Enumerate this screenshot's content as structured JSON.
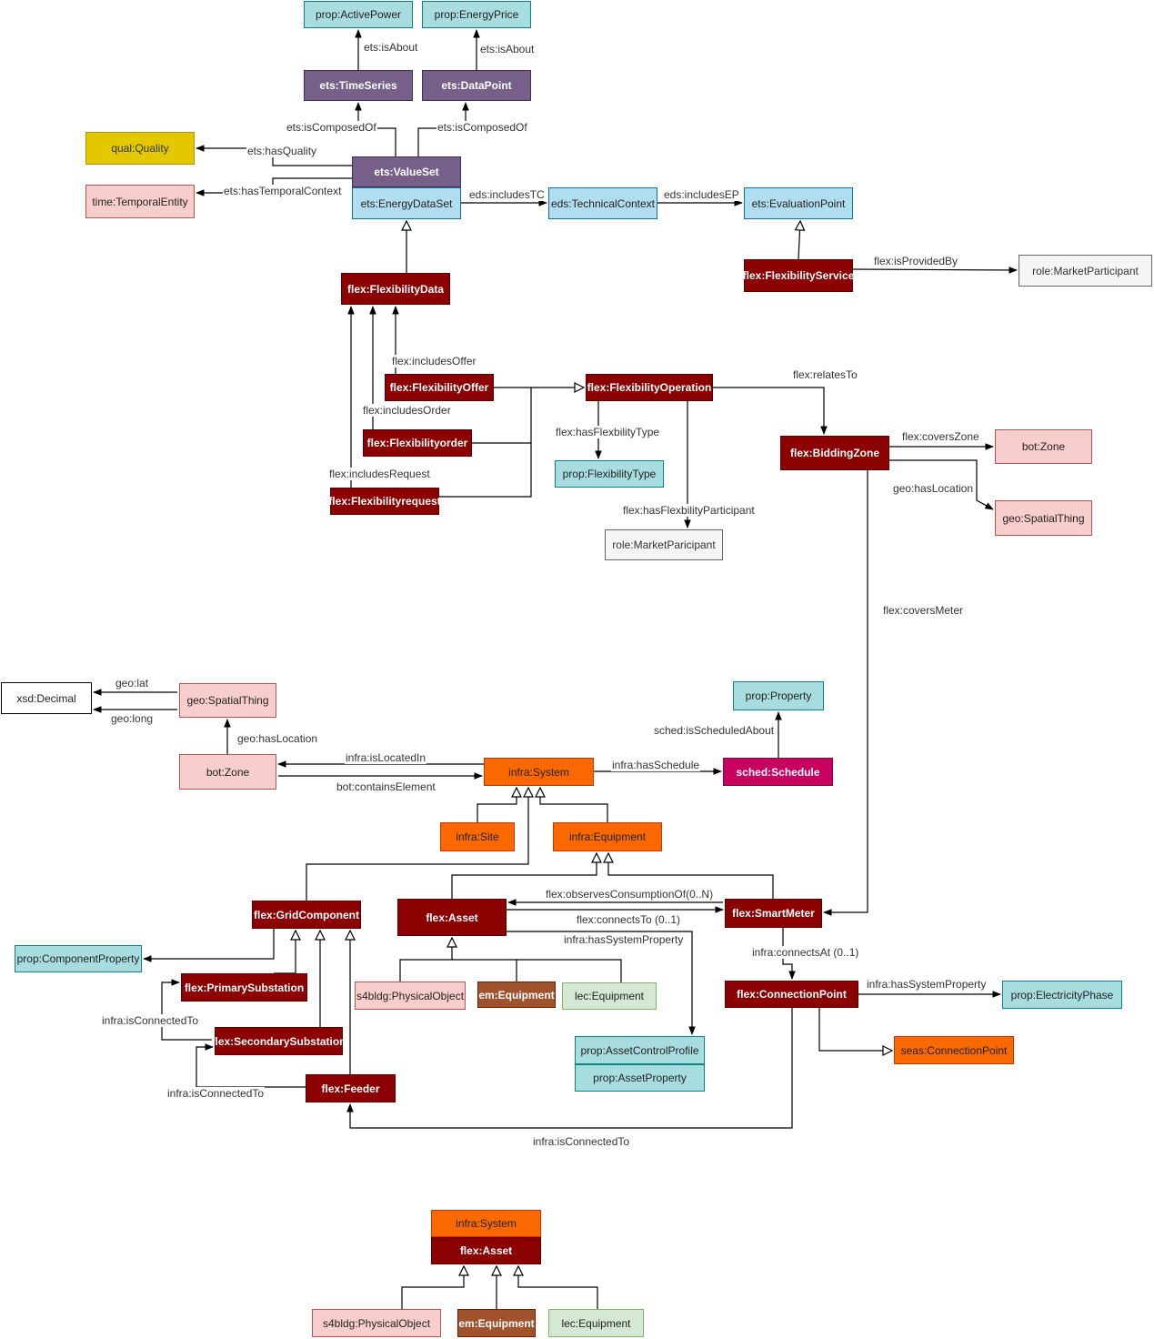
{
  "nodes": {
    "active_power": "prop:ActivePower",
    "energy_price": "prop:EnergyPrice",
    "time_series": "ets:TimeSeries",
    "data_point": "ets:DataPoint",
    "quality": "qual:Quality",
    "temporal_entity": "time:TemporalEntity",
    "value_set": "ets:ValueSet",
    "energy_dataset": "ets:EnergyDataSet",
    "technical_context": "eds:TechnicalContext",
    "evaluation_point": "ets:EvaluationPoint",
    "flexibility_service": "flex:FlexibilityService",
    "market_participant": "role:MarketParticipant",
    "flexibility_data": "flex:FlexibilityData",
    "flexibility_offer": "flex:FlexibilityOffer",
    "flexibility_operation": "flex:FlexibilityOperation",
    "flexibility_order": "flex:Flexibilityorder",
    "flexibility_request": "flex:Flexibilityrequest",
    "flexibility_type": "prop:FlexibilityType",
    "market_paricipant": "role:MarketParicipant",
    "bidding_zone": "flex:BiddingZone",
    "bot_zone_top": "bot:Zone",
    "spatial_thing_top": "geo:SpatialThing",
    "xsd_decimal": "xsd:Decimal",
    "spatial_thing": "geo:SpatialThing",
    "bot_zone": "bot:Zone",
    "infra_system": "infra:System",
    "sched_schedule": "sched:Schedule",
    "prop_property": "prop:Property",
    "infra_site": "infra:Site",
    "infra_equipment": "infra:Equipment",
    "grid_component": "flex:GridComponent",
    "flex_asset": "flex:Asset",
    "smart_meter": "flex:SmartMeter",
    "component_property": "prop:ComponentProperty",
    "primary_substation": "flex:PrimarySubstation",
    "secondary_substation": "flex:SecondarySubstation",
    "feeder": "flex:Feeder",
    "s4bldg_physical": "s4bldg:PhysicalObject",
    "em_equipment": "em:Equipment",
    "lec_equipment": "lec:Equipment",
    "asset_control_profile": "prop:AssetControlProfile",
    "asset_property": "prop:AssetProperty",
    "connection_point": "flex:ConnectionPoint",
    "electricity_phase": "prop:ElectricityPhase",
    "seas_connection_point": "seas:ConnectionPoint",
    "legend_system": "infra:System",
    "legend_asset": "flex:Asset",
    "legend_s4bldg": "s4bldg:PhysicalObject",
    "legend_em": "em:Equipment",
    "legend_lec": "lec:Equipment"
  },
  "edge_labels": {
    "is_about_1": "ets:isAbout",
    "is_about_2": "ets:isAbout",
    "is_composed_of_1": "ets:isComposedOf",
    "is_composed_of_2": "ets:isComposedOf",
    "has_quality": "ets:hasQuality",
    "has_temporal_context": "ets:hasTemporalContext",
    "includes_tc": "eds:includesTC",
    "includes_ep": "eds:includesEP",
    "is_provided_by": "flex:isProvidedBy",
    "includes_offer": "flex:includesOffer",
    "includes_order": "flex:includesOrder",
    "includes_request": "flex:includesRequest",
    "relates_to": "flex:relatesTo",
    "has_flexibility_type": "flex:hasFlexbilityType",
    "has_flexibility_participant": "flex:hasFlexbilityParticipant",
    "covers_zone": "flex:coversZone",
    "has_location_top": "geo:hasLocation",
    "covers_meter": "flex:coversMeter",
    "geo_lat": "geo:lat",
    "geo_long": "geo:long",
    "has_location": "geo:hasLocation",
    "is_located_in": "infra:isLocatedIn",
    "contains_element": "bot:containsElement",
    "has_schedule": "infra:hasSchedule",
    "is_scheduled_about": "sched:isScheduledAbout",
    "observes_consumption": "flex:observesConsumptionOf(0..N)",
    "connects_to": "flex:connectsTo (0..1)",
    "has_system_property_1": "infra:hasSystemProperty",
    "connects_at": "infra:connectsAt (0..1)",
    "has_system_property_2": "infra:hasSystemProperty",
    "is_connected_to_1": "infra:isConnectedTo",
    "is_connected_to_2": "infra:isConnectedTo",
    "is_connected_to_3": "infra:isConnectedTo"
  },
  "colors": {
    "timeseries": "#a8dde0",
    "ets_purple": "#76608a",
    "flex_dark_red": "#8b0000",
    "infra_orange": "#fa6800",
    "sched_magenta": "#c8005f",
    "geo_pink": "#f8cecc",
    "quality_gold": "#e3c800",
    "em_brown": "#a0522d",
    "lec_green": "#d5e8d4",
    "role_grey": "#f5f5f5"
  }
}
